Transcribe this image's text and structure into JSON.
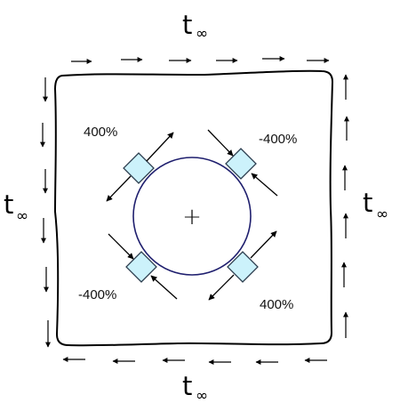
{
  "diagram": {
    "traction_labels": {
      "top": {
        "main": "t",
        "sub": "∞"
      },
      "bottom": {
        "main": "t",
        "sub": "∞"
      },
      "left": {
        "main": "t",
        "sub": "∞"
      },
      "right": {
        "main": "t",
        "sub": "∞"
      }
    },
    "stress_labels": {
      "upper_left": "400%",
      "upper_right": "-400%",
      "lower_left": "-400%",
      "lower_right": "400%"
    },
    "center_marker": "+",
    "colors": {
      "element_fill": "#ccf2fb",
      "element_stroke": "#2d3e4f",
      "hole_stroke": "#1f1f6e",
      "plate_stroke": "#000000",
      "arrow": "#000000"
    }
  }
}
